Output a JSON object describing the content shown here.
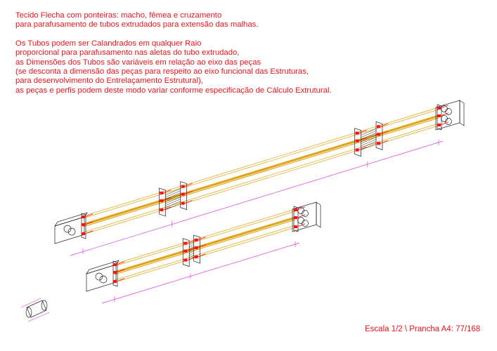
{
  "notes": {
    "block1": [
      "Tecido Flecha com ponteiras: macho, fêmea e cruzamento",
      "para parafusamento de tubos extrudados para extensão das malhas."
    ],
    "block2": [
      "Os Tubos podem ser Calandrados em qualquer Raio",
      "proporcional para parafusamento nas aletas do tubo extrudado,",
      "as Dimensões dos Tubos são variáveis em relação ao eixo das peças",
      "(se desconta a dimensão das peças para respeito ao eixo funcional das Estruturas,",
      "para desenvolvimento do Entrelaçamento Estrutural),",
      "as peças e perfis podem deste modo variar conforme especificação de Cálculo Extrutural."
    ]
  },
  "footer": {
    "scale": "Escala 1/2 \\ Prancha A4: 77/168"
  },
  "colors": {
    "text": "#e8141b",
    "tube": "#e0a010",
    "outline": "#222222",
    "bolt": "#ff1010",
    "dimension": "#e040e0"
  }
}
